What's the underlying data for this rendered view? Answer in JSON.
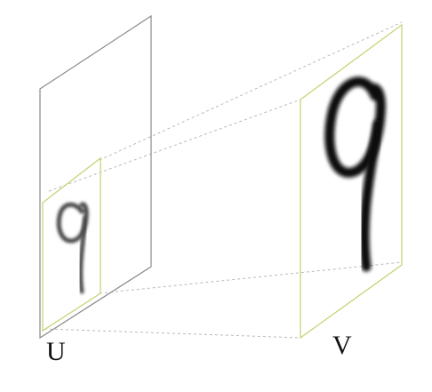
{
  "labels": {
    "u": "U",
    "v": "V"
  },
  "colors": {
    "input_plane_edge": "#8a8a8a",
    "transform_region_edge": "#c2d67a",
    "output_plane_edge": "#c2d67a",
    "projection_line": "#b9b9b9",
    "digit_ink": "#0d0d0d",
    "digit_ink_soft": "#4a4a4a"
  },
  "icons": {
    "input_digit": "handwritten-digit-nine",
    "output_digit": "handwritten-digit-nine"
  }
}
